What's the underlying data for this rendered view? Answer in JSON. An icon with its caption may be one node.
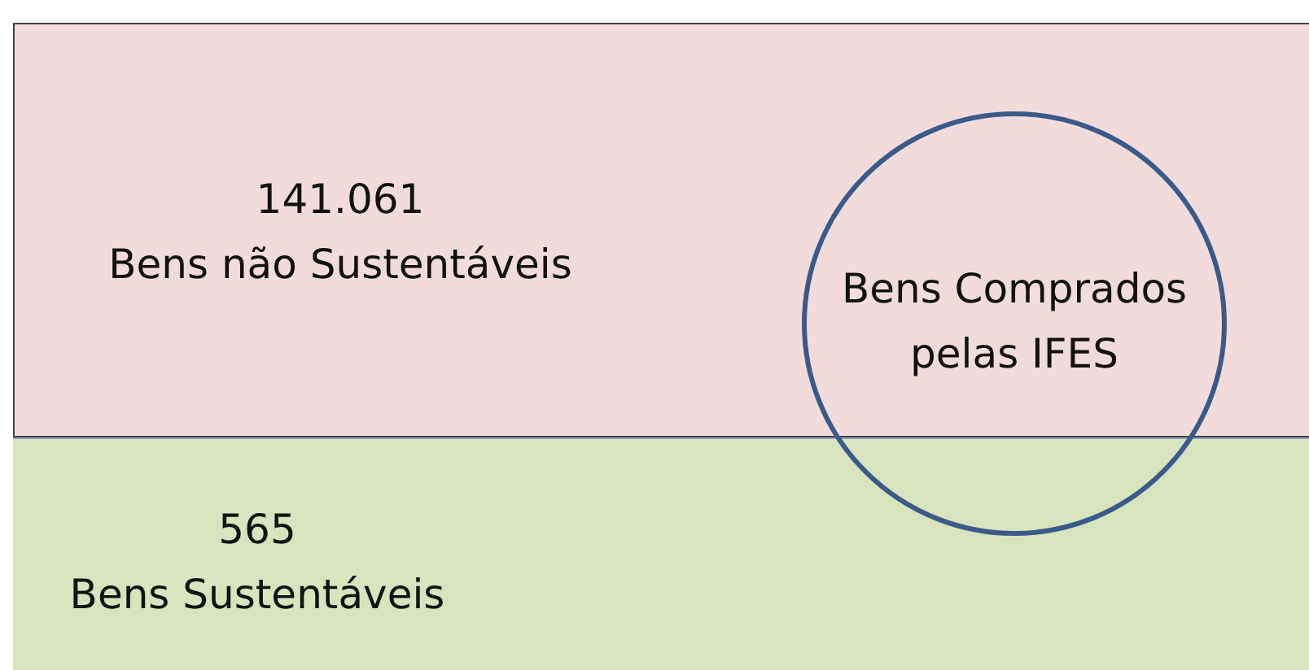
{
  "diagram": {
    "nodes": [
      {
        "text": [
          "141.061",
          "Bens não Sustentáveis"
        ]
      },
      {
        "text": [
          "565",
          "Bens Sustentáveis"
        ]
      },
      {
        "text": [
          "Bens Comprados pelas IFES"
        ]
      }
    ]
  }
}
